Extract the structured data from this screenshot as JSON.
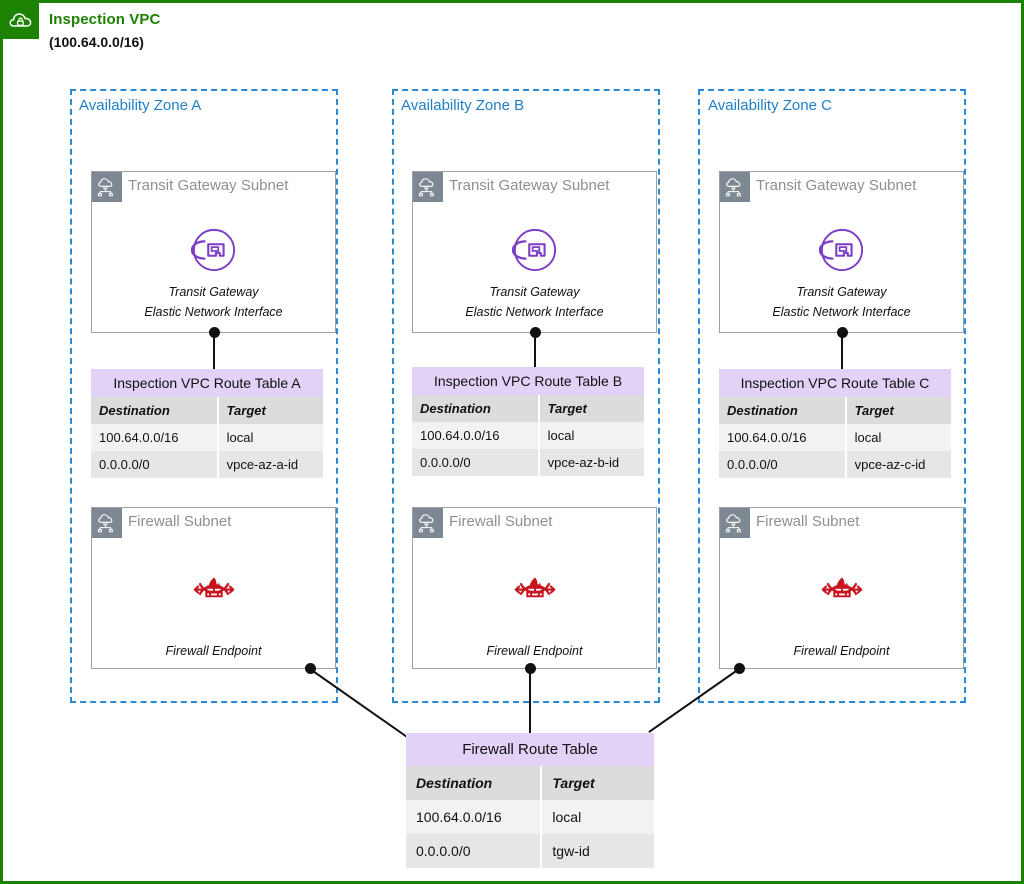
{
  "vpc": {
    "icon": "vpc-cloud-lock-icon",
    "title": "Inspection VPC",
    "cidr": "(100.64.0.0/16)",
    "accent_color": "#1d8102"
  },
  "az_color": "#1f7fc4",
  "table_header_color": "#e3d2f7",
  "columns": [
    "Destination",
    "Target"
  ],
  "zones": [
    {
      "label": "Availability Zone A",
      "tgw_subnet": {
        "icon": "subnet-icon",
        "title": "Transit Gateway Subnet",
        "resource_icon": "transit-gateway-eni-icon",
        "resource_label_line1": "Transit Gateway",
        "resource_label_line2": "Elastic Network Interface"
      },
      "route_table": {
        "title": "Inspection VPC Route Table A",
        "rows": [
          {
            "destination": "100.64.0.0/16",
            "target": "local"
          },
          {
            "destination": "0.0.0.0/0",
            "target": "vpce-az-a-id"
          }
        ]
      },
      "firewall_subnet": {
        "icon": "subnet-icon",
        "title": "Firewall Subnet",
        "resource_icon": "firewall-endpoint-icon",
        "resource_label": "Firewall Endpoint"
      }
    },
    {
      "label": "Availability Zone B",
      "tgw_subnet": {
        "icon": "subnet-icon",
        "title": "Transit Gateway Subnet",
        "resource_icon": "transit-gateway-eni-icon",
        "resource_label_line1": "Transit Gateway",
        "resource_label_line2": "Elastic Network Interface"
      },
      "route_table": {
        "title": "Inspection VPC Route Table B",
        "rows": [
          {
            "destination": "100.64.0.0/16",
            "target": "local"
          },
          {
            "destination": "0.0.0.0/0",
            "target": "vpce-az-b-id"
          }
        ]
      },
      "firewall_subnet": {
        "icon": "subnet-icon",
        "title": "Firewall Subnet",
        "resource_icon": "firewall-endpoint-icon",
        "resource_label": "Firewall Endpoint"
      }
    },
    {
      "label": "Availability Zone C",
      "tgw_subnet": {
        "icon": "subnet-icon",
        "title": "Transit Gateway Subnet",
        "resource_icon": "transit-gateway-eni-icon",
        "resource_label_line1": "Transit Gateway",
        "resource_label_line2": "Elastic Network Interface"
      },
      "route_table": {
        "title": "Inspection VPC Route Table C",
        "rows": [
          {
            "destination": "100.64.0.0/16",
            "target": "local"
          },
          {
            "destination": "0.0.0.0/0",
            "target": "vpce-az-c-id"
          }
        ]
      },
      "firewall_subnet": {
        "icon": "subnet-icon",
        "title": "Firewall Subnet",
        "resource_icon": "firewall-endpoint-icon",
        "resource_label": "Firewall Endpoint"
      }
    }
  ],
  "firewall_route_table": {
    "title": "Firewall Route Table",
    "rows": [
      {
        "destination": "100.64.0.0/16",
        "target": "local"
      },
      {
        "destination": "0.0.0.0/0",
        "target": "tgw-id"
      }
    ]
  }
}
